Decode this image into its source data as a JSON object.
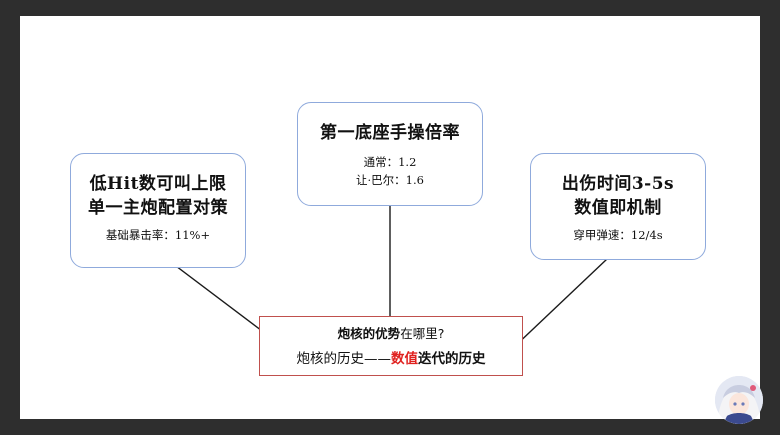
{
  "diagram": {
    "top_box": {
      "title": "第一底座手操倍率",
      "line1": "通常：1.2",
      "line2": "让·巴尔：1.6"
    },
    "left_box": {
      "title1": "低Hit数可叫上限",
      "title2": "单一主炮配置对策",
      "note": "基础暴击率：11%+"
    },
    "right_box": {
      "title1": "出伤时间3-5s",
      "title2": "数值即机制",
      "note": "穿甲弹速：12/4s"
    },
    "center_box": {
      "line1_a": "炮核的",
      "line1_b": "优势",
      "line1_c": "在哪里?",
      "line2_a": "炮核的历史——",
      "line2_b": "数值",
      "line2_c": "迭代的历史"
    }
  },
  "colors": {
    "box_border": "#8faadc",
    "center_border": "#c0504d",
    "highlight": "#e0211f",
    "background": "#2e2e2e"
  },
  "icons": {
    "avatar": "anime-avatar-icon"
  }
}
